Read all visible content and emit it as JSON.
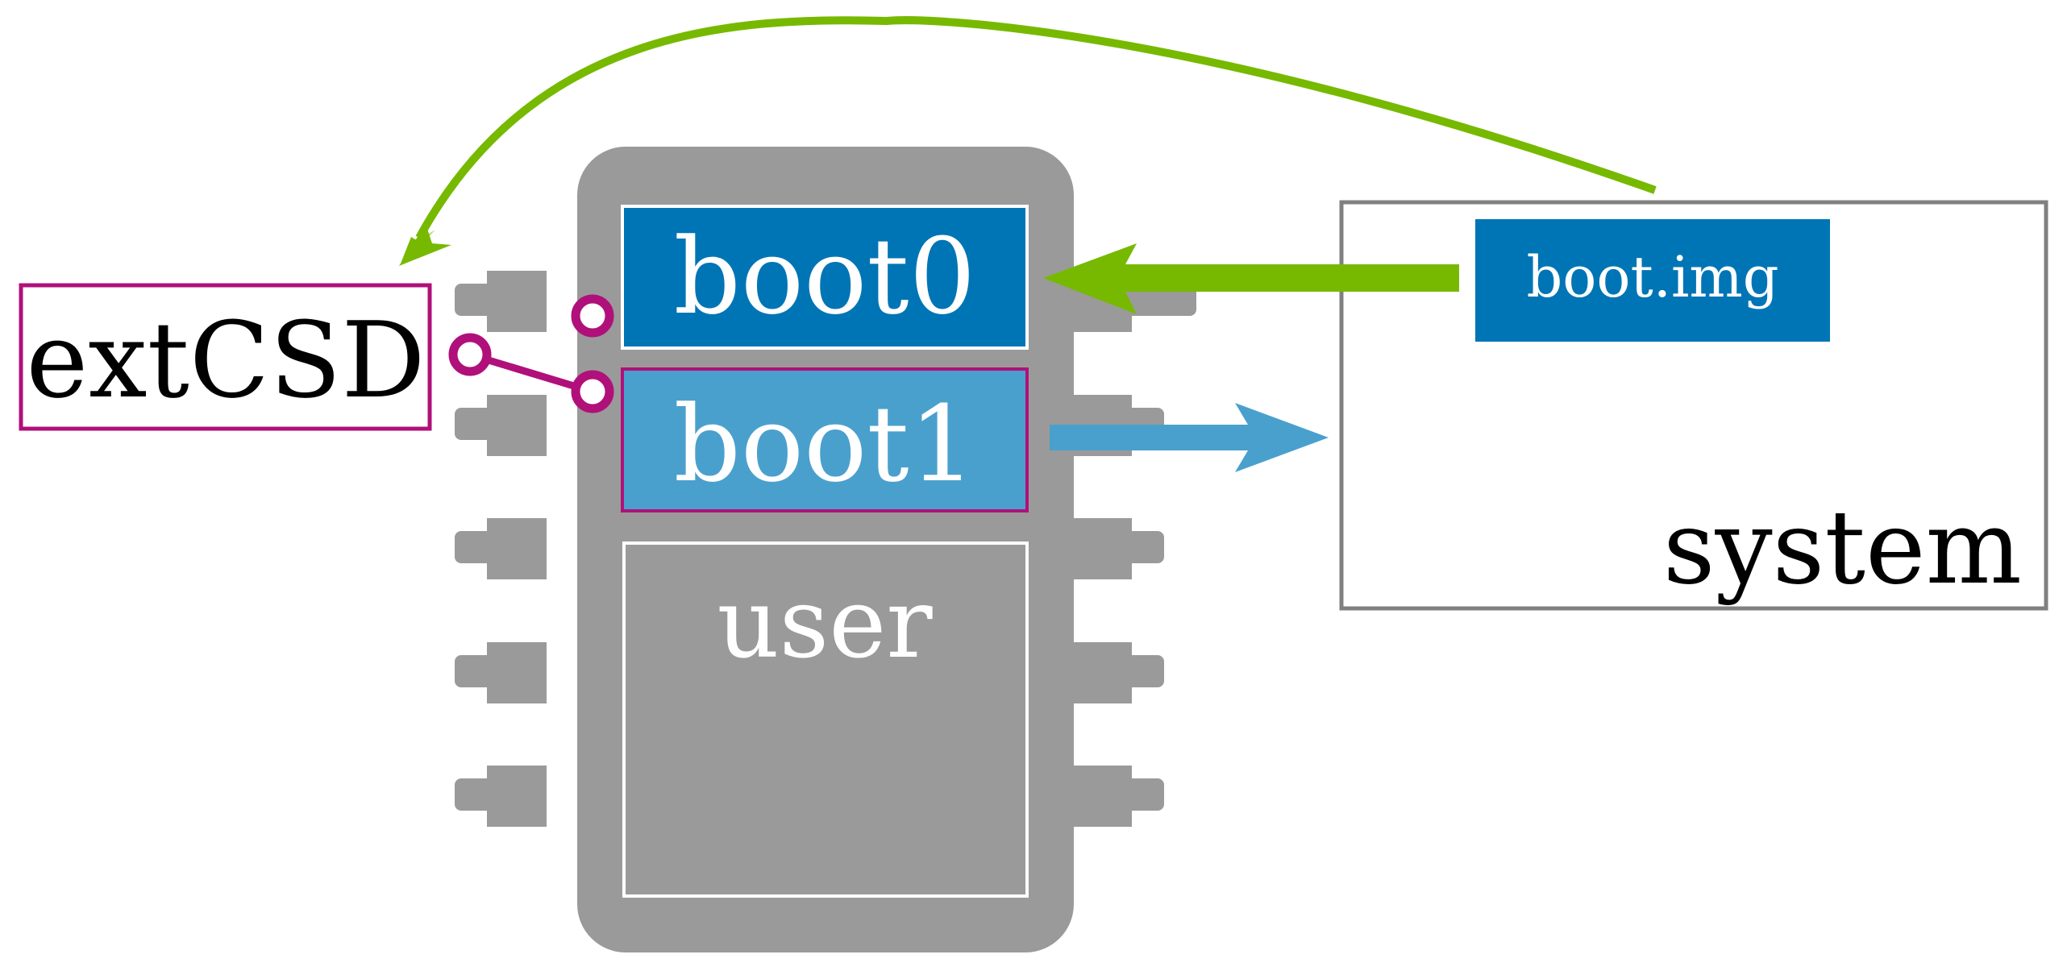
{
  "diagram": {
    "partitions": {
      "boot0": "boot0",
      "boot1": "boot1",
      "user": "user"
    },
    "ext_csd": {
      "label": "extCSD"
    },
    "system": {
      "label": "system",
      "file": "boot.img"
    }
  },
  "colors": {
    "chip": "#9a9a9a",
    "boot0_fill": "#0075b5",
    "boot1_fill": "#4aa0cd",
    "user_fill": "#9a9a9a",
    "magenta": "#b0107a",
    "green": "#76b900",
    "light_blue": "#4aa0cd",
    "system_border": "#808080",
    "white": "#ffffff",
    "text_dark": "#000000"
  },
  "icons": {
    "extcsd_pointer": "switch-connector-icon",
    "flash_arrow": "arrow-left-icon",
    "load_arrow": "arrow-right-icon",
    "curved_arrow": "curved-arrow-icon"
  }
}
